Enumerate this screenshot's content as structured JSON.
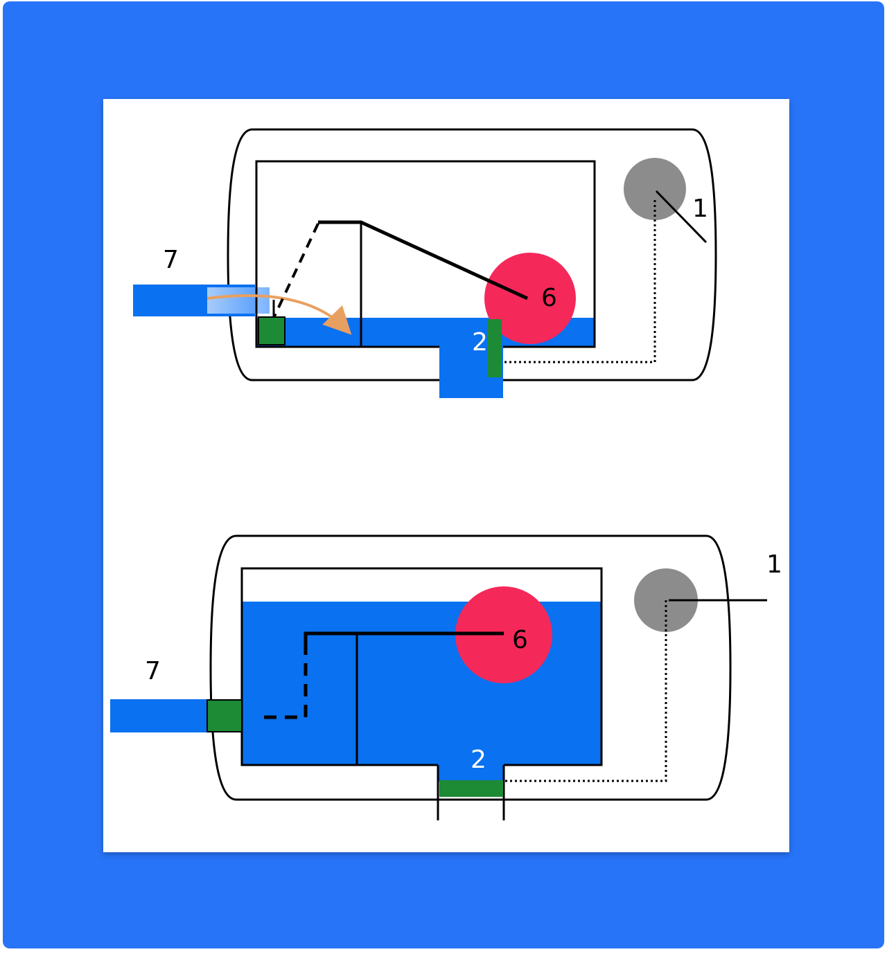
{
  "colors": {
    "frame": "#2874f8",
    "water": "#0a71f0",
    "float": "#f5285a",
    "seal": "#1d8a35",
    "gauge": "#8c8c8c",
    "line": "#000000"
  },
  "diagrams": [
    {
      "state": "valve-open",
      "labels": {
        "inlet": "7",
        "float": "6",
        "outlet": "2",
        "gauge": "1"
      }
    },
    {
      "state": "valve-closed",
      "labels": {
        "inlet": "7",
        "float": "6",
        "outlet": "2",
        "gauge": "1"
      }
    }
  ]
}
